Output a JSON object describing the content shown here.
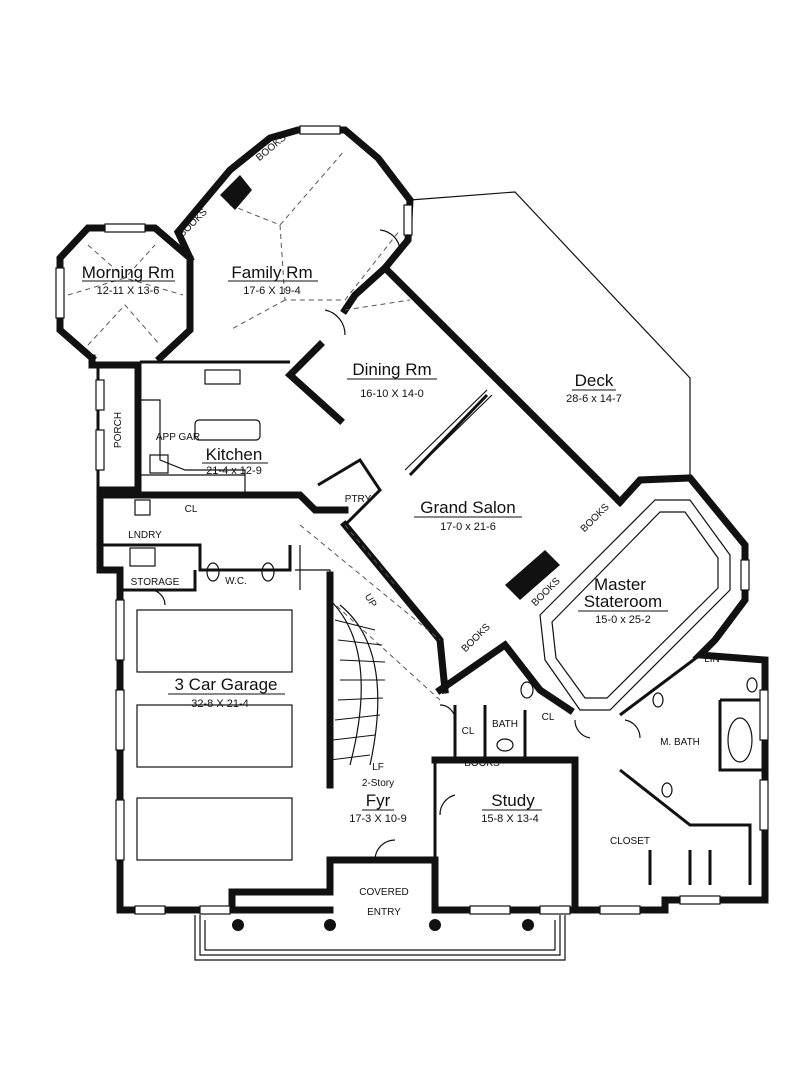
{
  "rooms": {
    "morning": {
      "name": "Morning Rm",
      "dims": "12-11 X 13-6"
    },
    "family": {
      "name": "Family Rm",
      "dims": "17-6 X 19-4"
    },
    "dining": {
      "name": "Dining Rm",
      "dims": "16-10 X 14-0"
    },
    "deck": {
      "name": "Deck",
      "dims": "28-6 x 14-7"
    },
    "kitchen": {
      "name": "Kitchen",
      "dims": "21-4 x 12-9"
    },
    "salon": {
      "name": "Grand Salon",
      "dims": "17-0 x 21-6"
    },
    "master": {
      "name_line1": "Master",
      "name_line2": "Stateroom",
      "dims": "15-0 x 25-2"
    },
    "garage": {
      "name": "3 Car Garage",
      "dims": "32-8 X 21-4"
    },
    "foyer": {
      "note_lf": "LF",
      "note_story": "2-Story",
      "name": "Fyr",
      "dims": "17-3 X 10-9"
    },
    "study": {
      "name": "Study",
      "dims": "15-8 X 13-4"
    }
  },
  "labels": {
    "porch": "PORCH",
    "lndry": "LNDRY",
    "storage": "STORAGE",
    "wc": "W.C.",
    "ptry": "PTRY",
    "up": "UP",
    "cl_laundry": "CL",
    "cl_hall": "CL",
    "cl_master": "CL",
    "bath": "BATH",
    "m_bath": "M. BATH",
    "lin": "LIN",
    "closet": "CLOSET",
    "covered": "COVERED",
    "entry": "ENTRY",
    "books_family_1": "BOOKS",
    "books_family_2": "BOOKS",
    "books_salon_1": "BOOKS",
    "books_salon_2": "BOOKS",
    "books_salon_3": "BOOKS",
    "books_study": "BOOKS",
    "app_garage": "APP GAR"
  }
}
